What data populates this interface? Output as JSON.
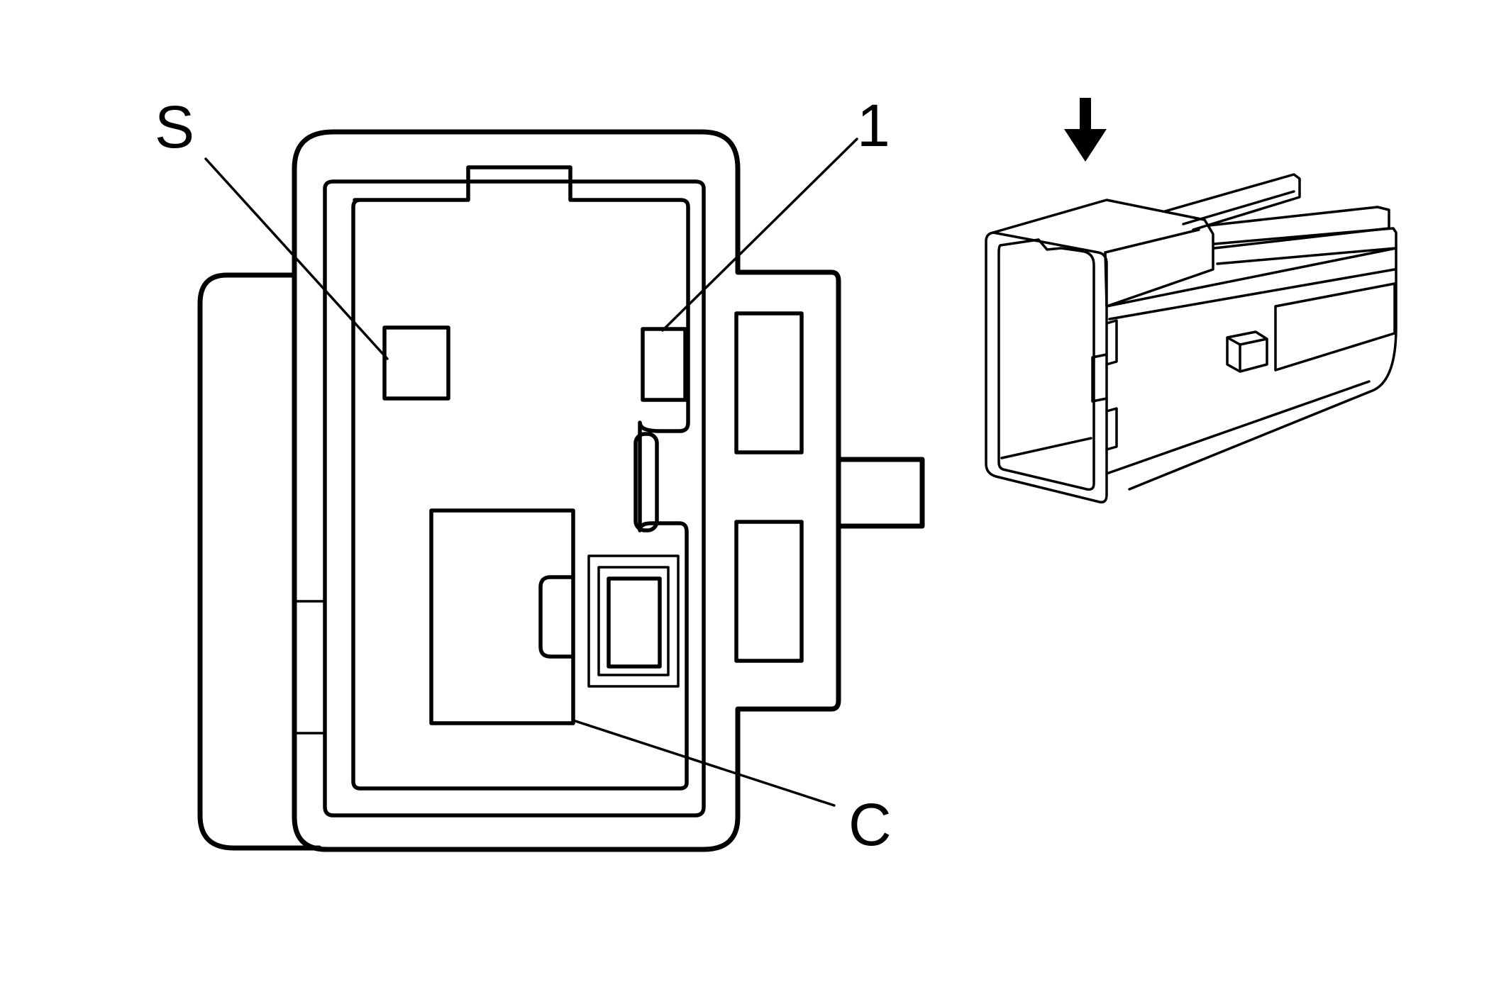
{
  "labels": {
    "s": "S",
    "one": "1",
    "c": "C"
  },
  "icons": {
    "view_arrow": "down-arrow-icon"
  },
  "colors": {
    "line": "#000000",
    "background": "#ffffff"
  }
}
